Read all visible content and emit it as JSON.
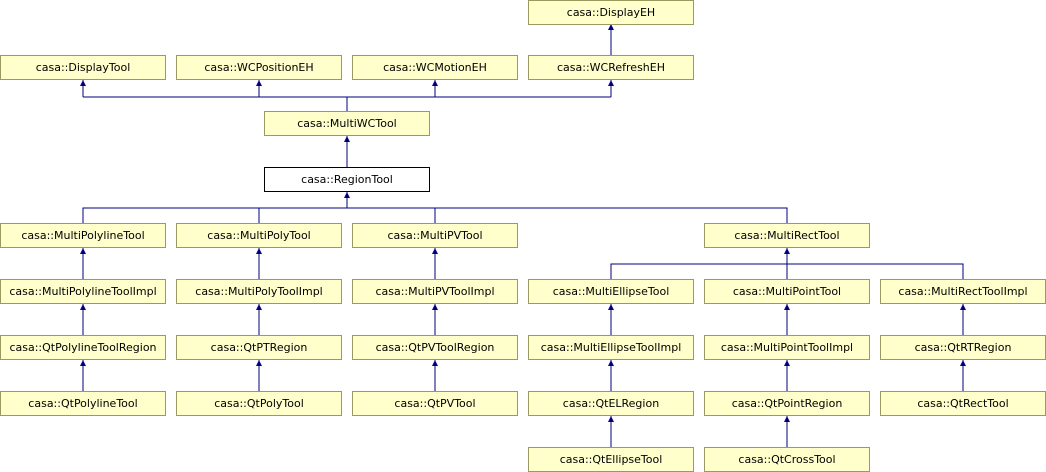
{
  "diagram": {
    "nodes": {
      "displayeh": "casa::DisplayEH",
      "displaytool": "casa::DisplayTool",
      "wcpositioneh": "casa::WCPositionEH",
      "wcmotioneh": "casa::WCMotionEH",
      "wcrefresheh": "casa::WCRefreshEH",
      "multiwctool": "casa::MultiWCTool",
      "regiontool": "casa::RegionTool",
      "multipolylinetool": "casa::MultiPolylineTool",
      "multipolytool": "casa::MultiPolyTool",
      "multipvtool": "casa::MultiPVTool",
      "multirecttool": "casa::MultiRectTool",
      "multipolylinetoolimpl": "casa::MultiPolylineToolImpl",
      "multipolytoolimpl": "casa::MultiPolyToolImpl",
      "multipvtoolimpl": "casa::MultiPVToolImpl",
      "multiellipsetool": "casa::MultiEllipseTool",
      "multipointtool": "casa::MultiPointTool",
      "multirecttoolimpl": "casa::MultiRectToolImpl",
      "qtpolylinetoolregion": "casa::QtPolylineToolRegion",
      "qtptregion": "casa::QtPTRegion",
      "qtpvtoolregion": "casa::QtPVToolRegion",
      "multiellipsetoolimpl": "casa::MultiEllipseToolImpl",
      "multipointtoolimpl": "casa::MultiPointToolImpl",
      "qtrtregion": "casa::QtRTRegion",
      "qtpolylinetool": "casa::QtPolylineTool",
      "qtpolytool": "casa::QtPolyTool",
      "qtpvtool": "casa::QtPVTool",
      "qtelregion": "casa::QtELRegion",
      "qtpointregion": "casa::QtPointRegion",
      "qtrecttool": "casa::QtRectTool",
      "qtellipsetool": "casa::QtEllipseTool",
      "qtcrosstool": "casa::QtCrossTool"
    },
    "colors": {
      "node_fill": "#ffffcc",
      "node_border": "#9a9a60",
      "current_fill": "#ffffff",
      "edge": "#00007f"
    }
  }
}
